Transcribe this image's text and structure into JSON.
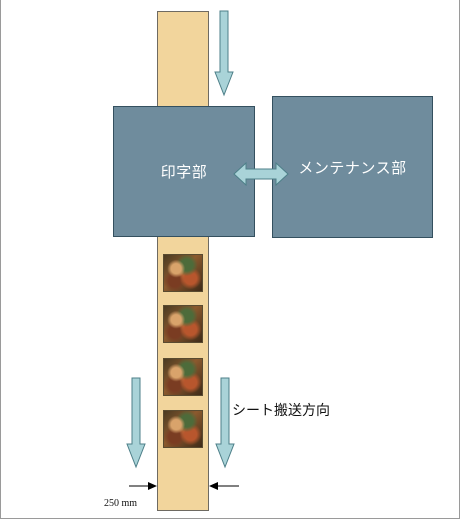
{
  "diagram": {
    "print_unit_label": "印字部",
    "maintenance_unit_label": "メンテナンス部",
    "transport_direction_label": "シート搬送方向",
    "sheet_width_label": "250 mm"
  },
  "colors": {
    "sheet": "#f2d59c",
    "unit_box": "#6f8c9d",
    "arrow_fill": "#a9d3d8",
    "arrow_stroke": "#4d7f88"
  },
  "printed_images_count": 4
}
